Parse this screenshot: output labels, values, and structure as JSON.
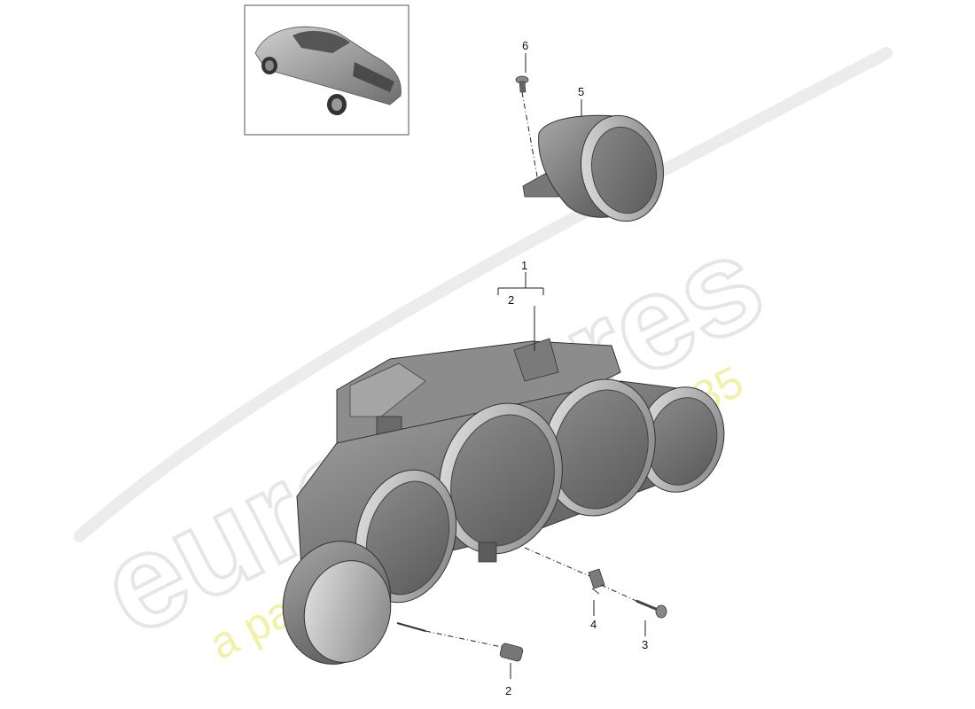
{
  "diagram": {
    "watermark": {
      "brand": "eurospares",
      "tagline": "a passion for parts since 1985"
    },
    "callouts": [
      {
        "id": "callout-1",
        "label": "1"
      },
      {
        "id": "callout-2-top",
        "label": "2"
      },
      {
        "id": "callout-2-bottom",
        "label": "2"
      },
      {
        "id": "callout-3",
        "label": "3"
      },
      {
        "id": "callout-4",
        "label": "4"
      },
      {
        "id": "callout-5",
        "label": "5"
      },
      {
        "id": "callout-6",
        "label": "6"
      }
    ],
    "colors": {
      "part_dark": "#6b6b6b",
      "part_mid": "#9a9a9a",
      "part_light": "#c9c9c9",
      "watermark_grey": "#e6e6e6",
      "watermark_yellow": "#efef9a"
    }
  }
}
